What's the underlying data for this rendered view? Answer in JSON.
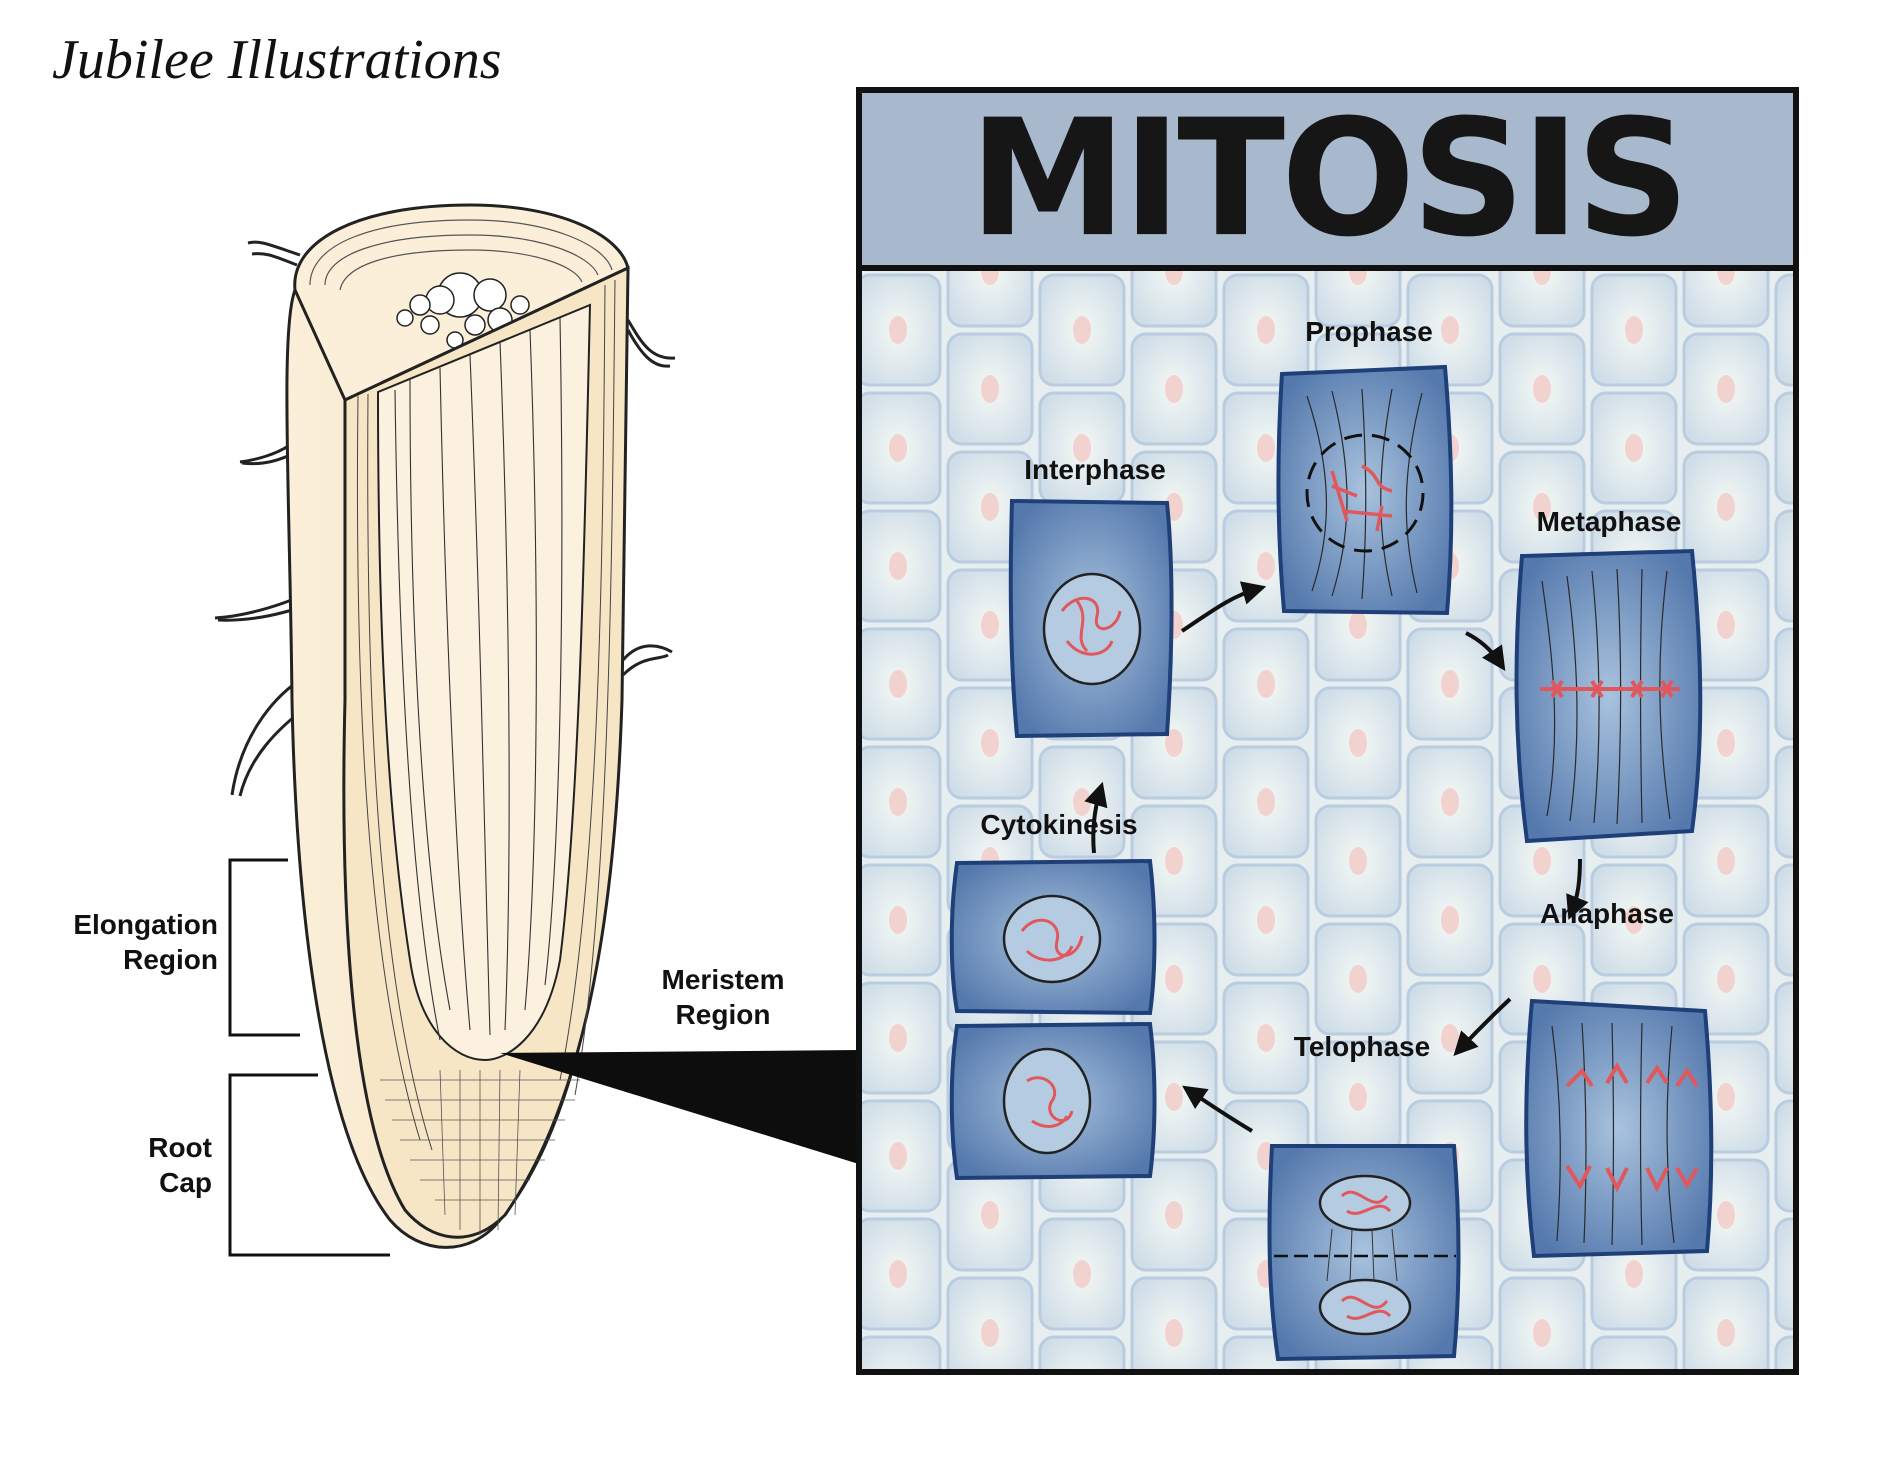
{
  "credit": "Jubilee Illustrations",
  "title": "MITOSIS",
  "root_regions": {
    "elongation": "Elongation\nRegion",
    "root_cap": "Root\nCap",
    "meristem": "Meristem\nRegion"
  },
  "phases": {
    "interphase": "Interphase",
    "prophase": "Prophase",
    "metaphase": "Metaphase",
    "anaphase": "Anaphase",
    "telophase": "Telophase",
    "cytokinesis": "Cytokinesis"
  },
  "colors": {
    "cell_fill": "#5f81b4",
    "cell_border": "#1e3f78",
    "chromosome": "#e0585c",
    "root_fill": "#fbefd9",
    "banner": "#a8b9cd"
  }
}
